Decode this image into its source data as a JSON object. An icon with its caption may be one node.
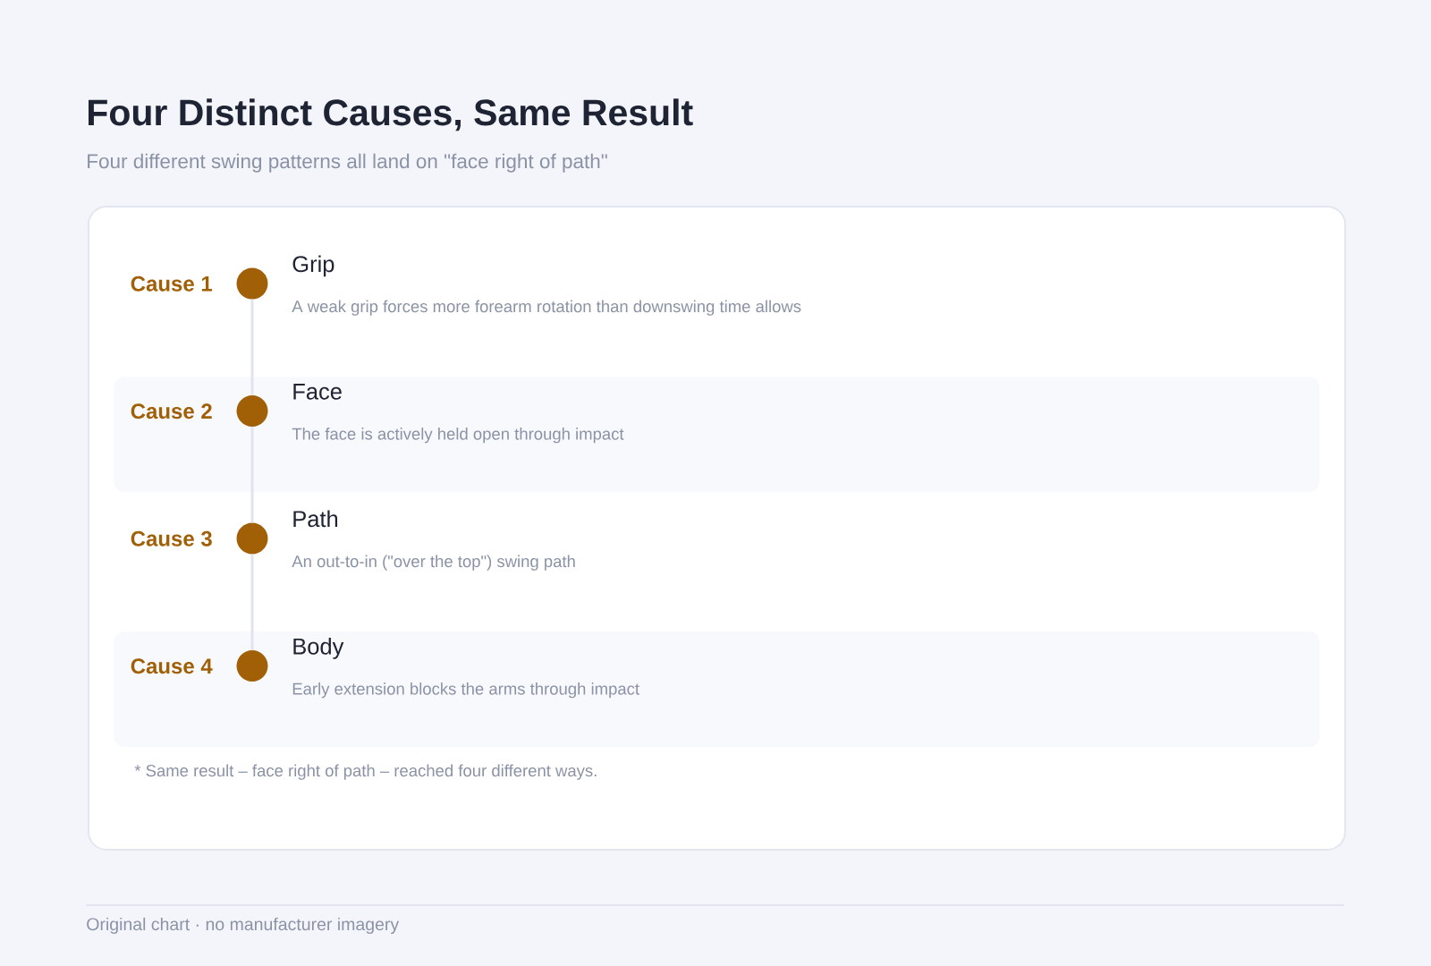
{
  "diagram": {
    "title": "Four Distinct Causes, Same Result",
    "nodes": [
      {
        "text": [
          "* Same result – face right of path – reached four different ways."
        ]
      },
      {
        "text": [
          "Cause 1",
          "Grip",
          "A weak grip forces more forearm rotation than downswing time allows"
        ],
        "in": 0
      },
      {
        "text": [],
        "shape": "circle",
        "in": 1
      },
      {
        "text": [
          "Cause 2",
          "Face",
          "The face is actively held open through impact"
        ],
        "in": 0
      },
      {
        "text": [],
        "shape": "circle",
        "in": 3
      },
      {
        "text": [
          "Cause 3",
          "Path",
          "An out-to-in (\"over the top\") swing path"
        ],
        "in": 0
      },
      {
        "text": [],
        "shape": "circle",
        "in": 5
      },
      {
        "text": [
          "Cause 4",
          "Body",
          "Early extension blocks the arms through impact"
        ],
        "in": 0
      },
      {
        "text": [],
        "shape": "circle",
        "in": 7
      }
    ],
    "edges": [
      {
        "from": 2,
        "to": 4,
        "arrow": "none"
      },
      {
        "from": 4,
        "to": 6,
        "arrow": "none"
      },
      {
        "from": 6,
        "to": 8,
        "arrow": "none"
      }
    ],
    "labels": [
      "Four different swing patterns all land on \"face right of path\"",
      "Original chart · no manufacturer imagery"
    ]
  }
}
